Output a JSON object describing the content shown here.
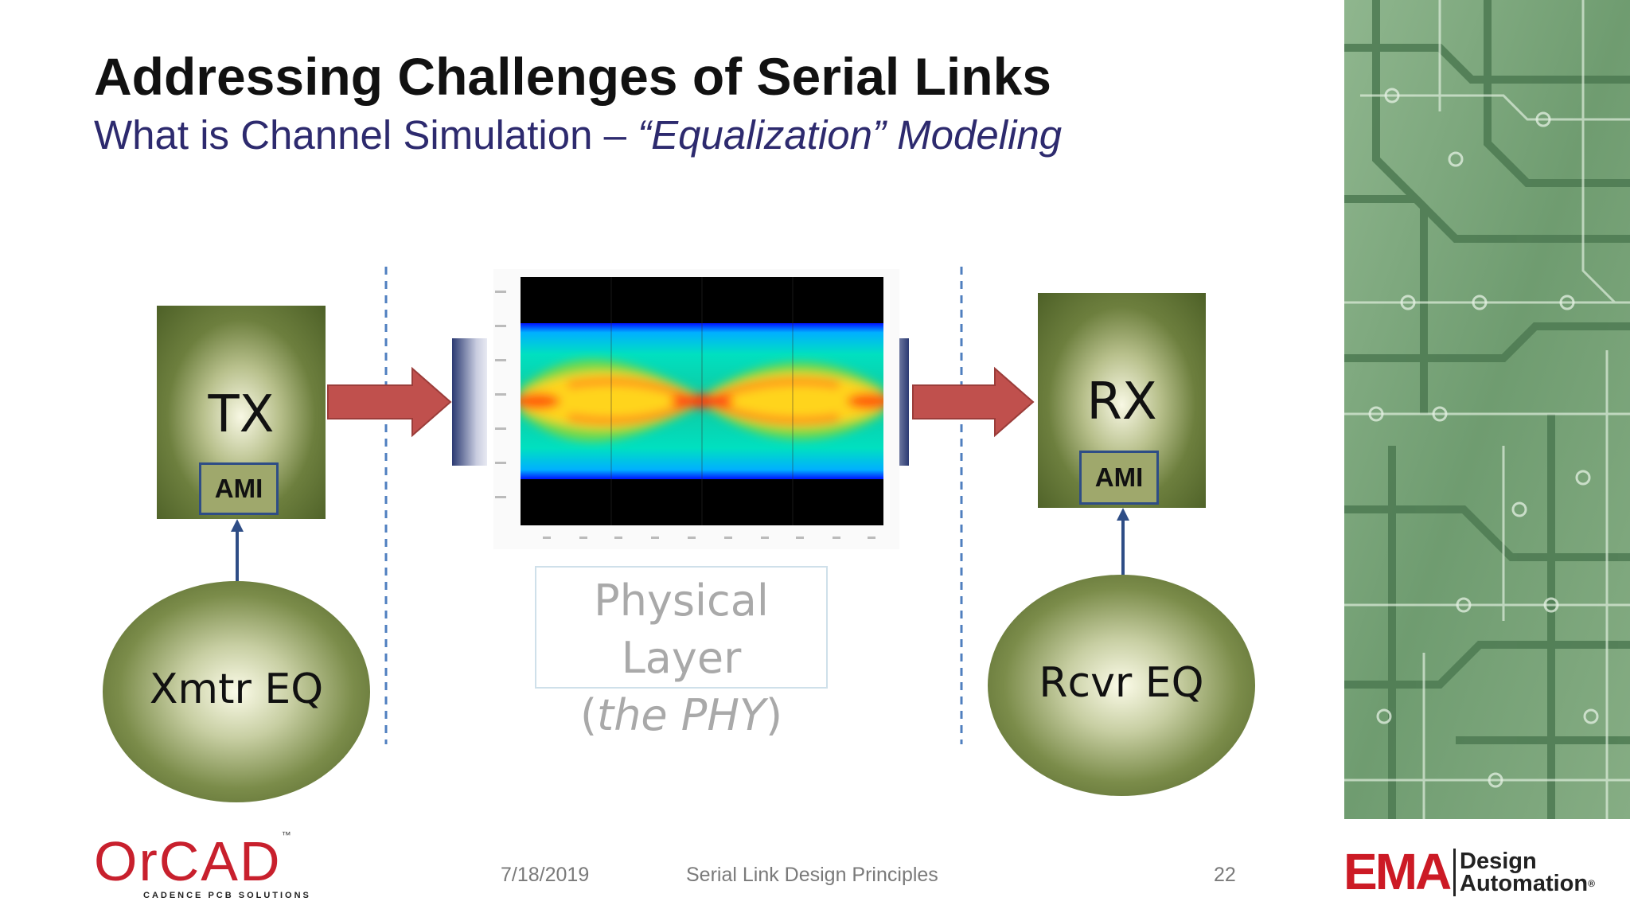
{
  "slide": {
    "title": "Addressing Challenges of Serial Links",
    "subtitle_plain": "What is Channel Simulation – ",
    "subtitle_italic": "“Equalization” Modeling"
  },
  "diagram": {
    "tx_label": "TX",
    "rx_label": "RX",
    "tx_ami": "AMI",
    "rx_ami": "AMI",
    "xmtr_label": "Xmtr EQ",
    "rcvr_label": "Rcvr EQ",
    "phy_line1": "Physical Layer",
    "phy_line2_open": "(",
    "phy_line2_italic": "the PHY",
    "phy_line2_close": ")"
  },
  "footer": {
    "date": "7/18/2019",
    "center": "Serial Link Design Principles",
    "page": "22"
  },
  "logos": {
    "orcad": "OrCAD",
    "orcad_tm": "™",
    "orcad_tagline": "CADENCE PCB SOLUTIONS",
    "ema": "EMA",
    "ema_line1": "Design",
    "ema_line2": "Automation",
    "ema_reg": "®"
  },
  "colors": {
    "title": "#111111",
    "subtitle": "#2d2a6e",
    "arrow_fill": "#c0504d",
    "guide_line": "#4f7fbf",
    "orcad_red": "#c8202d",
    "ema_red": "#cc1a25"
  }
}
